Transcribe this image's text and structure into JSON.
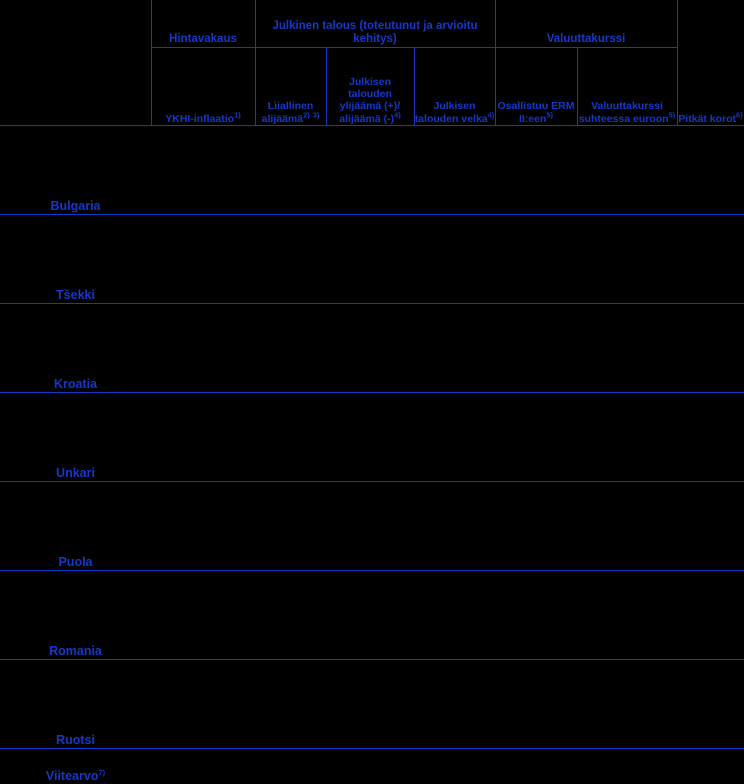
{
  "table": {
    "header_groups": [
      {
        "label": "",
        "colspan": 1,
        "name": "corner"
      },
      {
        "label": "Hintavakaus",
        "colspan": 1,
        "name": "price-stability"
      },
      {
        "label": "Julkinen talous (toteutunut ja arvioitu kehitys)",
        "colspan": 3,
        "name": "public-finances"
      },
      {
        "label": "Valuuttakurssi",
        "colspan": 2,
        "name": "exchange-rate"
      },
      {
        "label": "",
        "colspan": 1,
        "name": "long-term-rates-spacer"
      }
    ],
    "columns": [
      {
        "key": "country",
        "label": "",
        "footnotes": [],
        "name": "country"
      },
      {
        "key": "hicp",
        "label": "YKHI-inflaatio",
        "footnotes": [
          "1)"
        ],
        "name": "hicp-inflation"
      },
      {
        "key": "edp",
        "label": "Liiallinen alijäämä",
        "footnotes": [
          "2)",
          "3)"
        ],
        "name": "excessive-deficit"
      },
      {
        "key": "balance",
        "label": "Julkisen talouden ylijäämä (+)/ alijäämä (-)",
        "footnotes": [
          "4)"
        ],
        "name": "government-balance"
      },
      {
        "key": "debt",
        "label": "Julkisen talouden velka",
        "footnotes": [
          "4)"
        ],
        "name": "government-debt"
      },
      {
        "key": "erm",
        "label": "Osallistuu ERM II:een",
        "footnotes": [
          "5)"
        ],
        "name": "erm-participation"
      },
      {
        "key": "fx",
        "label": "Valuuttakurssi suhteessa euroon",
        "footnotes": [
          "5)"
        ],
        "name": "exchange-rate-vs-euro"
      },
      {
        "key": "ltir",
        "label": "Pitkät korot",
        "footnotes": [
          "6)"
        ],
        "name": "long-term-interest-rates"
      }
    ],
    "rows": [
      {
        "country": "Bulgaria",
        "footnote": "",
        "hicp": "",
        "edp": "",
        "balance": "",
        "debt": "",
        "erm": "",
        "fx": "",
        "ltir": ""
      },
      {
        "country": "Tšekki",
        "footnote": "",
        "hicp": "",
        "edp": "",
        "balance": "",
        "debt": "",
        "erm": "",
        "fx": "",
        "ltir": ""
      },
      {
        "country": "Kroatia",
        "footnote": "",
        "hicp": "",
        "edp": "",
        "balance": "",
        "debt": "",
        "erm": "",
        "fx": "",
        "ltir": ""
      },
      {
        "country": "Unkari",
        "footnote": "",
        "hicp": "",
        "edp": "",
        "balance": "",
        "debt": "",
        "erm": "",
        "fx": "",
        "ltir": ""
      },
      {
        "country": "Puola",
        "footnote": "",
        "hicp": "",
        "edp": "",
        "balance": "",
        "debt": "",
        "erm": "",
        "fx": "",
        "ltir": ""
      },
      {
        "country": "Romania",
        "footnote": "",
        "hicp": "",
        "edp": "",
        "balance": "",
        "debt": "",
        "erm": "",
        "fx": "",
        "ltir": ""
      },
      {
        "country": "Ruotsi",
        "footnote": "",
        "hicp": "",
        "edp": "",
        "balance": "",
        "debt": "",
        "erm": "",
        "fx": "",
        "ltir": ""
      },
      {
        "country": "Viitearvo",
        "footnote": "7)",
        "hicp": "",
        "edp": "",
        "balance": "",
        "debt": "",
        "erm": "",
        "fx": "",
        "ltir": ""
      }
    ]
  },
  "colors": {
    "background": "#000000",
    "text": "#1538c8",
    "row_text": "#1a44d6",
    "rule": "#1538c8"
  }
}
